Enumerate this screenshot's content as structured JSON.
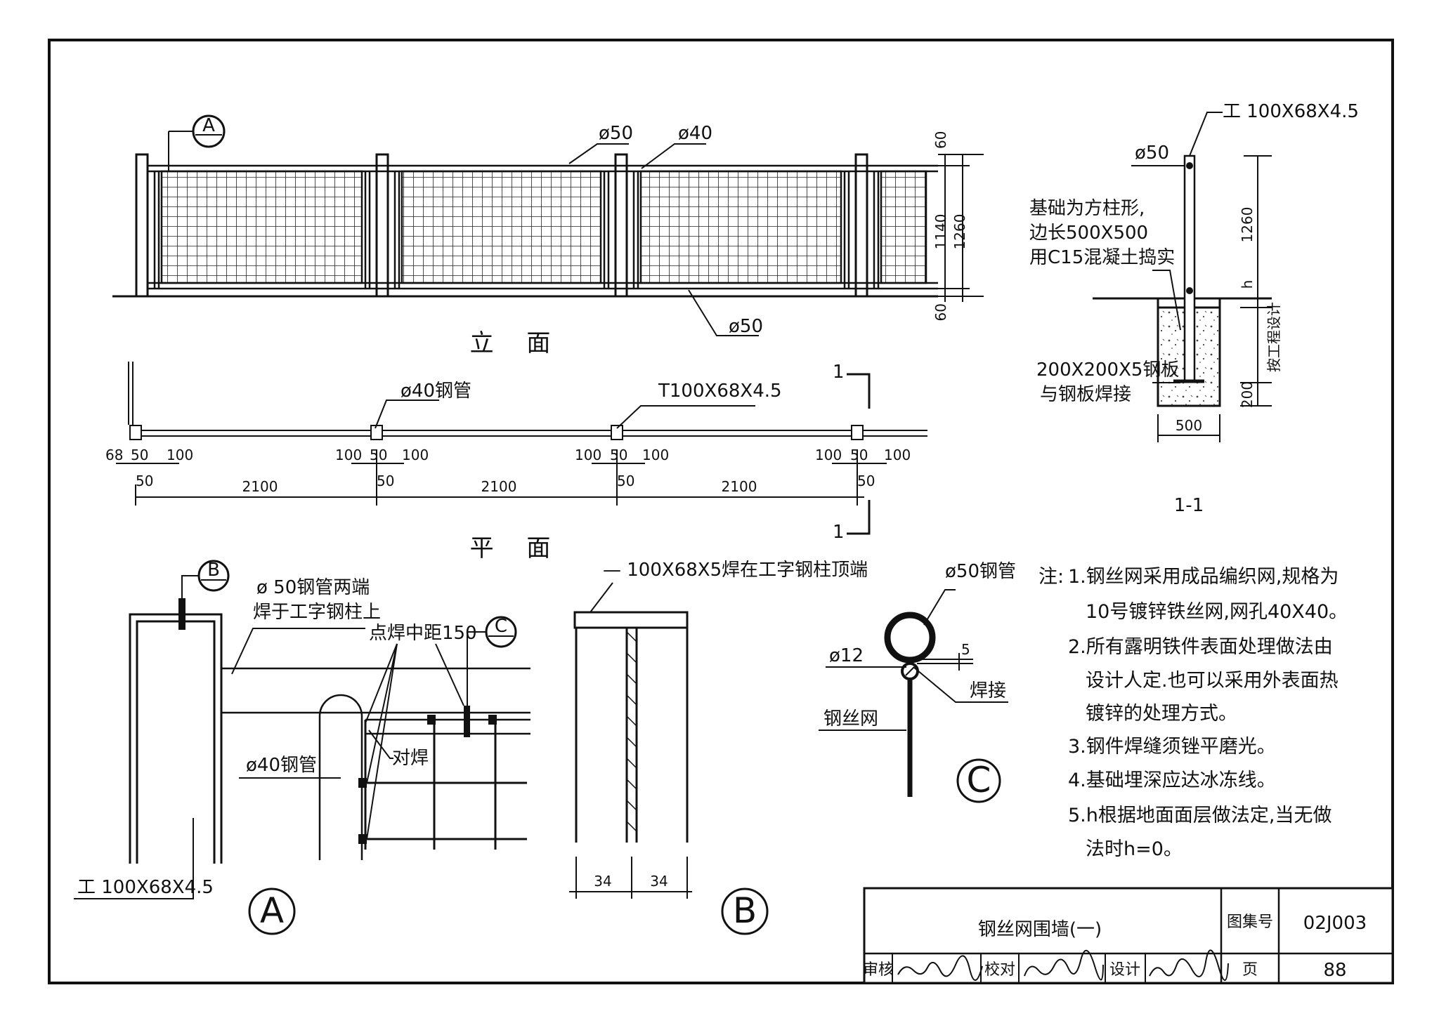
{
  "sheet": {
    "frame_title": "钢丝网围墙(一)",
    "atlas_label": "图集号",
    "atlas_code": "02J003",
    "review_label": "审核",
    "check_label": "校对",
    "design_label": "设计",
    "page_label": "页",
    "page_number": "88"
  },
  "elevation": {
    "title": "立  面",
    "callout_a": "A",
    "top_rail": "ø50",
    "mid_post": "ø40",
    "bottom_rail": "ø50",
    "dim_60_top": "60",
    "dim_1140": "1140",
    "dim_1260": "1260",
    "dim_60_bottom": "60"
  },
  "plan": {
    "title": "平  面",
    "pipe_label": "ø40钢管",
    "post_label": "T100X68X4.5",
    "section_mark_top": "1",
    "section_mark_bottom": "1",
    "dims_bay": [
      "2100",
      "2100",
      "2100"
    ],
    "dim_100": "100",
    "dim_50": "50",
    "dim_68": "68"
  },
  "section": {
    "title": "1-1",
    "post_spec": "工 100X68X4.5",
    "rail": "ø50",
    "foundation_note": [
      "基础为方柱形,",
      "边长500X500",
      "用C15混凝土捣实"
    ],
    "plate_note": [
      "200X200X5钢板",
      "与钢板焊接"
    ],
    "dim_1260": "1260",
    "dim_h": "h",
    "dim_design": "按工程设计",
    "dim_200": "200",
    "dim_500": "500"
  },
  "detail_a": {
    "callout_b": "B",
    "pipe_note": [
      "ø 50钢管两端",
      "焊于工字钢柱上"
    ],
    "spot_weld": "点焊中距150",
    "callout_c": "C",
    "butt_weld": "对焊",
    "pipe40": "ø40钢管",
    "post": "工 100X68X4.5",
    "label": "A"
  },
  "detail_b": {
    "plate_note": "— 100X68X5焊在工字钢柱顶端",
    "dim_left": "34",
    "dim_right": "34",
    "label": "B"
  },
  "detail_c": {
    "pipe": "ø50钢管",
    "bar": "ø12",
    "mesh": "钢丝网",
    "weld": "焊接",
    "gap": "5",
    "label": "C"
  },
  "notes": {
    "heading": "注:",
    "lines": [
      "1.钢丝网采用成品编织网,规格为",
      "10号镀锌铁丝网,网孔40X40。",
      "2.所有露明铁件表面处理做法由",
      "设计人定.也可以采用外表面热",
      "镀锌的处理方式。",
      "3.钢件焊缝须锉平磨光。",
      "4.基础埋深应达冰冻线。",
      "5.h根据地面面层做法定,当无做",
      "法时h=0。"
    ]
  }
}
